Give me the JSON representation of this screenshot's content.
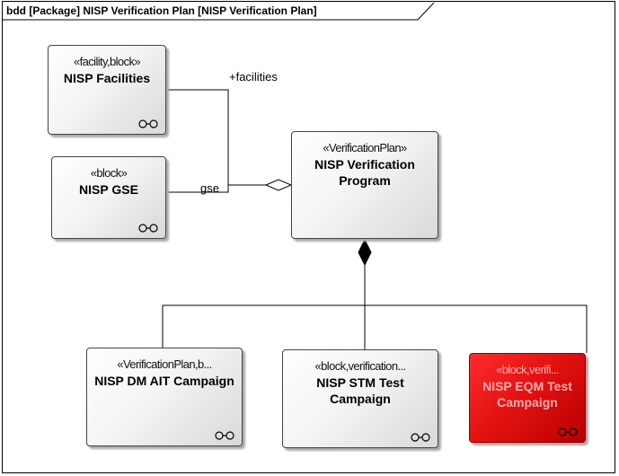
{
  "diagram": {
    "title": "bdd [Package] NISP Verification Plan [NISP Verification Plan]"
  },
  "blocks": {
    "facilities": {
      "stereotype": "«facility,block»",
      "name": "NISP Facilities"
    },
    "gse": {
      "stereotype": "«block»",
      "name": "NISP GSE"
    },
    "program": {
      "stereotype": "«VerificationPlan»",
      "name": "NISP Verification Program"
    },
    "dm_ait": {
      "stereotype": "«VerificationPlan,b...",
      "name": "NISP DM AIT Campaign"
    },
    "stm": {
      "stereotype": "«block,verification...",
      "name": "NISP STM Test Campaign"
    },
    "eqm": {
      "stereotype": "«block,verifi...",
      "name": "NISP EQM Test Campaign"
    }
  },
  "labels": {
    "facilities_role": "+facilities",
    "gse_role": "gse"
  },
  "colors": {
    "highlight_block": "#e01010",
    "line": "#000000"
  },
  "icons": [
    "glasses-icon",
    "aggregation-diamond-icon",
    "composition-diamond-icon"
  ]
}
